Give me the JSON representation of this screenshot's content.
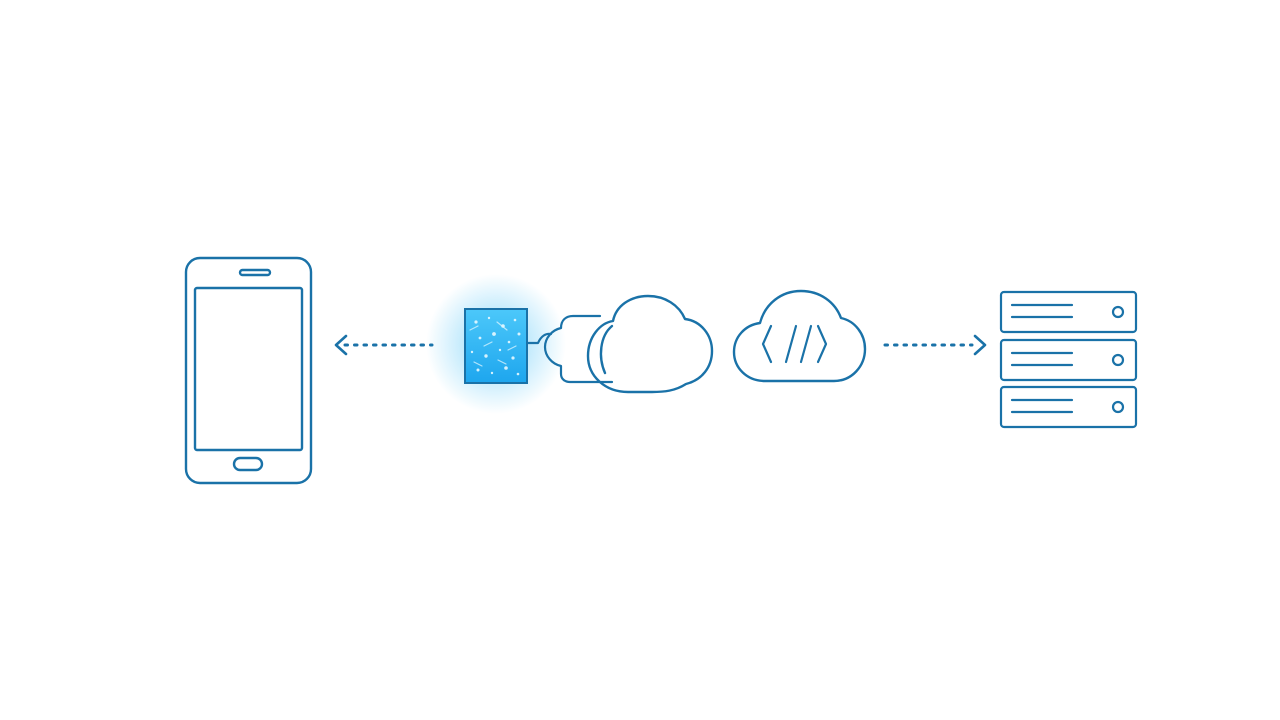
{
  "colors": {
    "stroke": "#1a72a8",
    "glow": "#23b4f5",
    "packet_fill": "#29b9f6",
    "background": "#ffffff"
  },
  "nodes": [
    {
      "id": "mobile-device",
      "icon": "smartphone-icon"
    },
    {
      "id": "data-packet",
      "icon": "encrypted-data-block-icon"
    },
    {
      "id": "connector-plug",
      "icon": "plug-connector-icon"
    },
    {
      "id": "cloud",
      "icon": "cloud-icon"
    },
    {
      "id": "code-cloud",
      "icon": "cloud-code-icon",
      "glyph": "⟨//⟩"
    },
    {
      "id": "server-stack",
      "icon": "server-rack-icon"
    }
  ],
  "flows": [
    {
      "from": "data-packet",
      "to": "mobile-device",
      "style": "dotted",
      "direction": "left"
    },
    {
      "from": "code-cloud",
      "to": "server-stack",
      "style": "dotted",
      "direction": "right"
    }
  ]
}
